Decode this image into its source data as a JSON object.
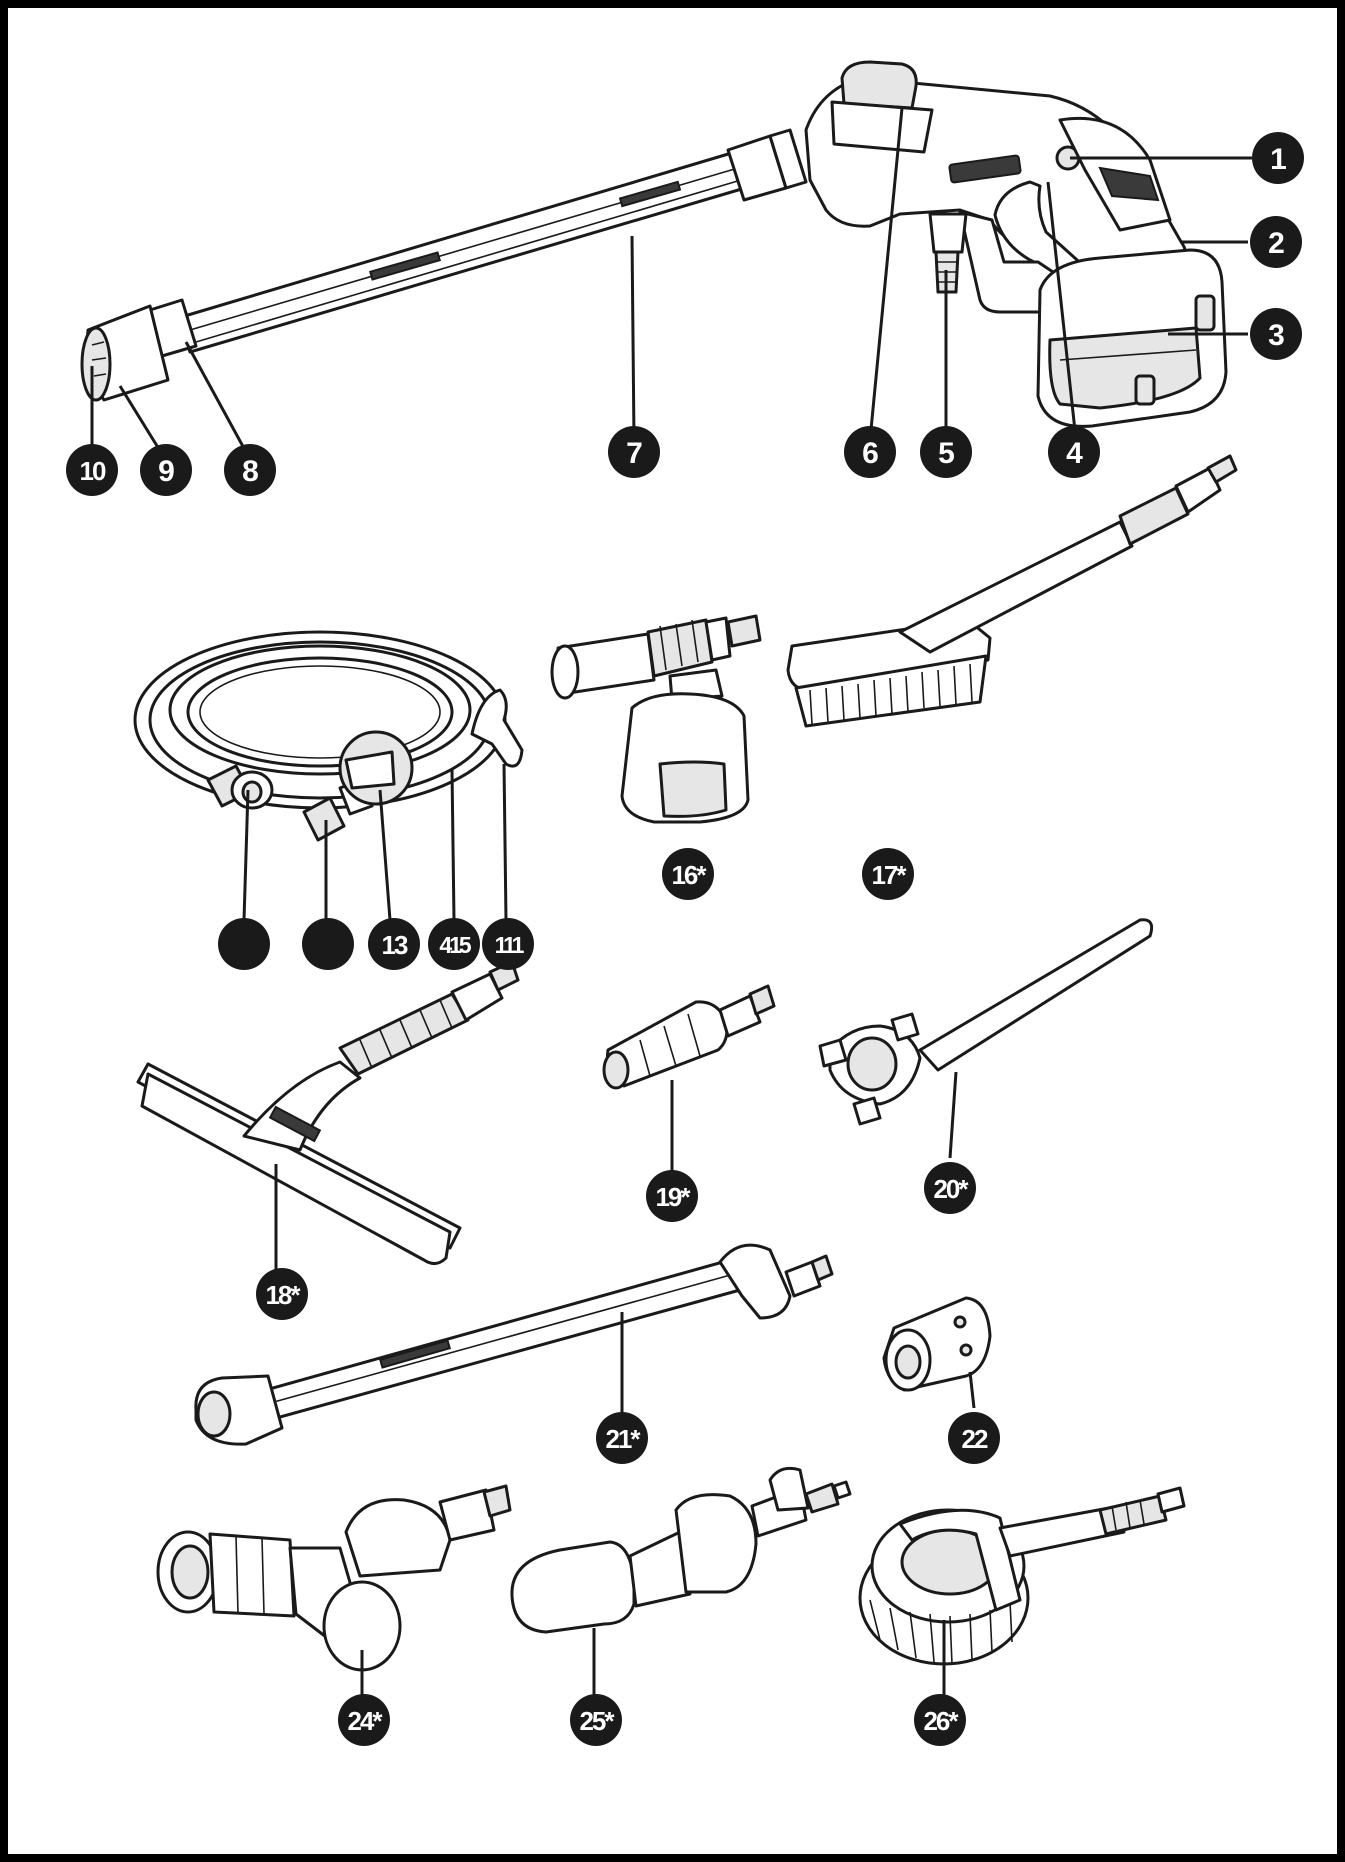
{
  "callouts": [
    {
      "id": "c1",
      "label": "1"
    },
    {
      "id": "c2",
      "label": "2"
    },
    {
      "id": "c3",
      "label": "3"
    },
    {
      "id": "c4",
      "label": "4"
    },
    {
      "id": "c5",
      "label": "5"
    },
    {
      "id": "c6",
      "label": "6"
    },
    {
      "id": "c7",
      "label": "7"
    },
    {
      "id": "c8",
      "label": "8"
    },
    {
      "id": "c9",
      "label": "9"
    },
    {
      "id": "c10",
      "label": "10"
    },
    {
      "id": "c11",
      "label": ""
    },
    {
      "id": "c12",
      "label": ""
    },
    {
      "id": "c13",
      "label": "13"
    },
    {
      "id": "c14",
      "label": "415"
    },
    {
      "id": "c15",
      "label": "111"
    },
    {
      "id": "c16",
      "label": "16*"
    },
    {
      "id": "c17",
      "label": "17*"
    },
    {
      "id": "c18",
      "label": "18*"
    },
    {
      "id": "c19",
      "label": "19*"
    },
    {
      "id": "c20",
      "label": "20*"
    },
    {
      "id": "c21",
      "label": "21*"
    },
    {
      "id": "c22",
      "label": "22"
    },
    {
      "id": "c24",
      "label": "24*"
    },
    {
      "id": "c25",
      "label": "25*"
    },
    {
      "id": "c26",
      "label": "26*"
    }
  ]
}
